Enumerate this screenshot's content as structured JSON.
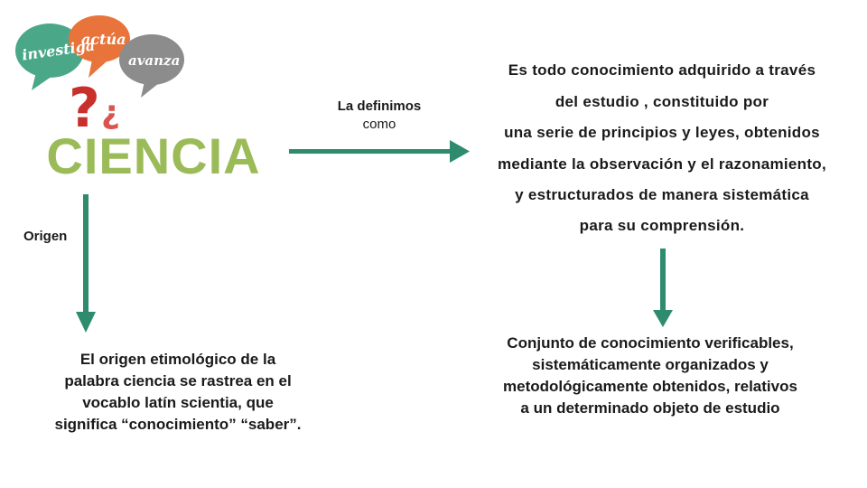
{
  "logo": {
    "bubbles": [
      "investiga",
      "actúa",
      "avanza"
    ]
  },
  "title": "CIENCIA",
  "connector_label": [
    "La definimos",
    "como"
  ],
  "definition_lines": [
    "Es todo conocimiento adquirido a través",
    "del estudio , constituido por",
    "una serie de principios y leyes, obtenidos",
    "mediante la observación y el razonamiento,",
    "y estructurados de manera sistemática",
    "para su comprensión."
  ],
  "origin_label": "Origen",
  "origin_text": [
    "El origen etimológico de la",
    "palabra ciencia se rastrea en el",
    "vocablo latín scientia, que",
    "significa “conocimiento” “saber”."
  ],
  "summary_text": [
    "Conjunto de conocimiento verificables,",
    "sistemáticamente organizados y",
    "metodológicamente obtenidos, relativos",
    "a un determinado objeto de estudio"
  ],
  "colors": {
    "arrow": "#2e8b6e",
    "title": "#9bbb59",
    "bubble_green": "#4aa889",
    "bubble_orange": "#e8743b",
    "bubble_red": "#d9534f",
    "bubble_gray": "#8c8c8c",
    "question_marks": "#c9302c"
  }
}
